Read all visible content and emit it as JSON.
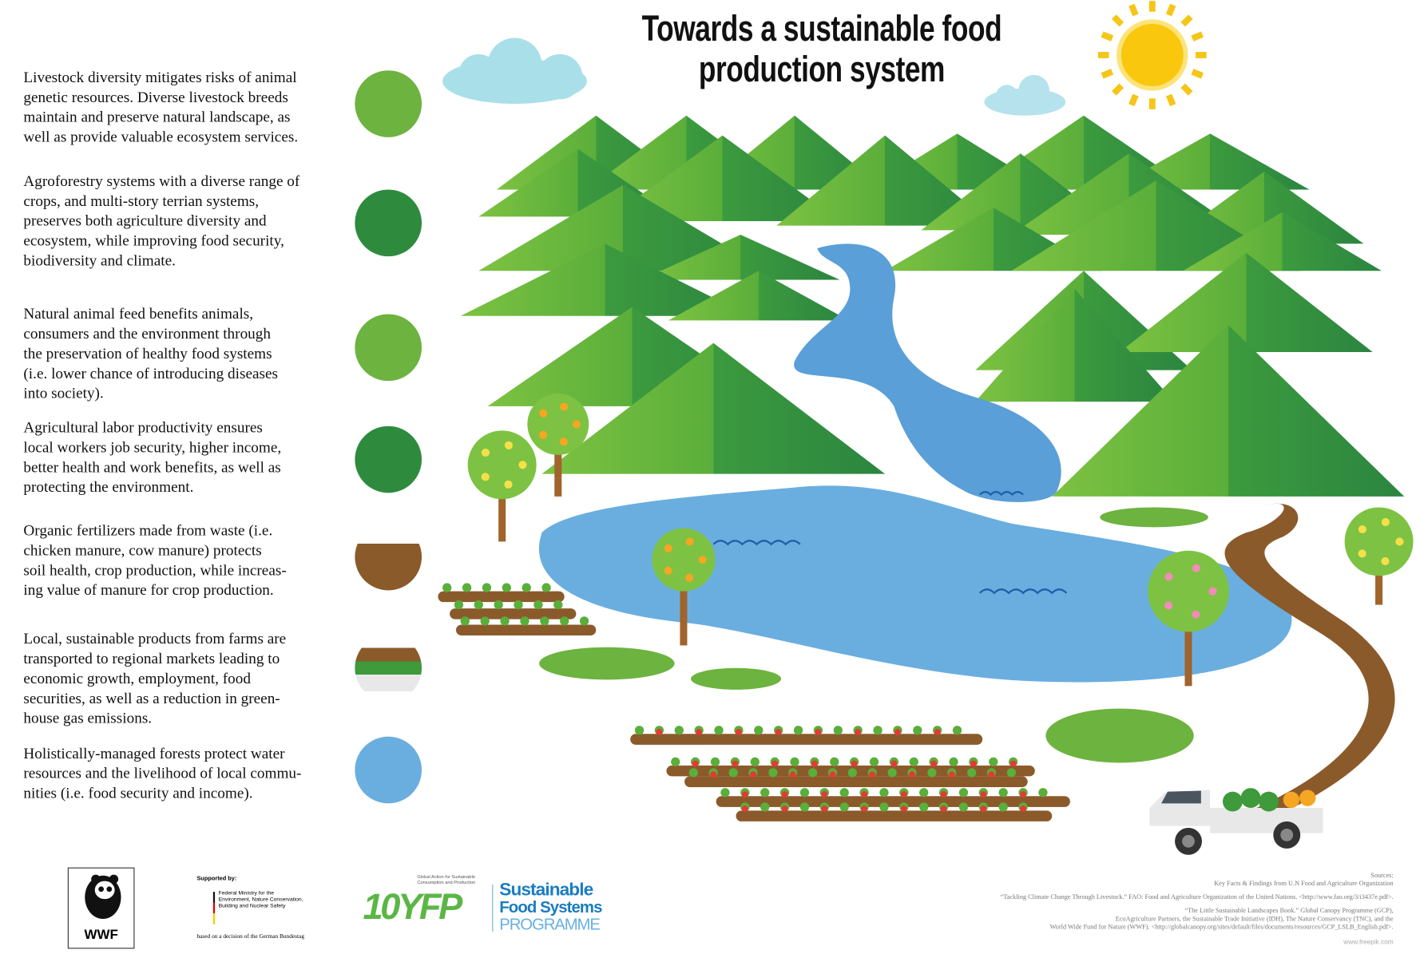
{
  "title": "Towards a sustainable food production system",
  "facts": [
    {
      "icon": "chicken-icon",
      "text": "Livestock diversity mitigates risks of animal\ngenetic resources. Diverse livestock breeds\nmaintain and preserve natural landscape, as\nwell as provide valuable ecosystem services."
    },
    {
      "icon": "agroforestry-plants-icon",
      "text": "Agroforestry systems with a diverse range of\ncrops, and multi-story terrian systems,\npreserves both agriculture diversity and\necosystem, while improving food security,\nbiodiversity and climate."
    },
    {
      "icon": "pig-icon",
      "text": "Natural animal feed benefits animals,\nconsumers and the environment through\nthe preservation of healthy food systems\n(i.e. lower chance of introducing diseases\ninto society)."
    },
    {
      "icon": "farmer-icon",
      "text": "Agricultural labor productivity ensures\nlocal workers job security, higher income,\nbetter health and work benefits, as well as\nprotecting the environment."
    },
    {
      "icon": "soil-crops-icon",
      "text": "Organic fertilizers made from waste (i.e.\nchicken manure, cow manure) protects\nsoil health, crop production, while increas-\ning value of manure for crop production."
    },
    {
      "icon": "produce-truck-icon",
      "text": "Local, sustainable products from farms are\ntransported to regional markets leading to\neconomic growth, employment, food\nsecurities, as well as a reduction in green-\nhouse gas emissions."
    },
    {
      "icon": "fish-water-icon",
      "text": "Holistically-managed forests protect water\nresources and the livelihood of local commu-\nnities (i.e. food security and income)."
    }
  ],
  "footer": {
    "wwf_logo": "WWF",
    "supported_by": "Supported by:",
    "ministry": [
      "Federal Ministry for the",
      "Environment, Nature Conservation,",
      "Building and Nuclear Safety"
    ],
    "bundestag": "based on a decision of the German Bundestag",
    "tenyfp_logo": "10YFP",
    "tenyfp_tagline": [
      "Global Action for Sustainable",
      "Consumption and Production"
    ],
    "sfs": [
      "Sustainable",
      "Food Systems",
      "PROGRAMME"
    ],
    "sources": [
      "Sources:",
      "Key Facts & Findings from U.N Food and Agriculture Organization",
      "“Tackling Climate Change Through Livestock.” FAO: Food and Agriculture Organization of the United Nations. <http://www.fao.org/3/i3437e.pdf>.",
      "“The Little Sustainable Landscapes Book.” Global Canopy Programme (GCP),",
      "EcoAgriculture Partners, the Sustainable Trade Initiative (IDH), The Nature Conservancy (TNC), and the",
      "World Wide Fund for Nature (WWF). <http://globalcanopy.org/sites/default/files/documents/resources/GCP_LSLB_English.pdf>."
    ],
    "credit": "www.freepik.com"
  },
  "colors": {
    "grass": "#6db33f",
    "mountain_dark": "#2e8b3e",
    "water": "#5a9fd8",
    "soil": "#8b5a2b",
    "sun": "#f5c518",
    "cloud": "#a9dfe8",
    "sfs_blue": "#1a7cc1"
  }
}
